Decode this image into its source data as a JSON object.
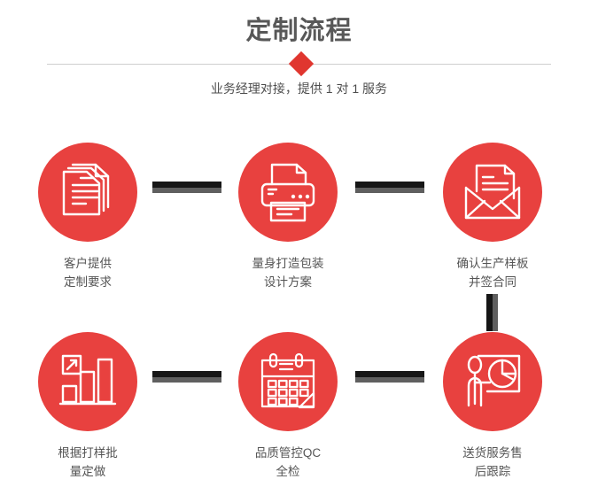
{
  "header": {
    "title": "定制流程",
    "subtitle": "业务经理对接，提供 1 对 1 服务",
    "divider_icon": "diamond-icon",
    "accent_color": "#e0362f"
  },
  "theme": {
    "circle_red": "#e8413f",
    "connector_dark": "#161616",
    "connector_gray": "#5f5f5f",
    "title_color": "#585858",
    "label_color": "#555555",
    "rule_color": "#cfcfcf"
  },
  "steps": [
    {
      "index": "1",
      "icon": "documents-stack-icon",
      "label": "客户提供\n定制要求"
    },
    {
      "index": "2",
      "icon": "printer-icon",
      "label": "量身打造包装\n设计方案"
    },
    {
      "index": "3",
      "icon": "envelope-document-icon",
      "label": "确认生产样板\n并签合同"
    },
    {
      "index": "4",
      "icon": "bar-chart-growth-icon",
      "label": "根据打样批\n量定做"
    },
    {
      "index": "5",
      "icon": "calendar-check-icon",
      "label": "品质管控QC\n全检"
    },
    {
      "index": "6",
      "icon": "presenter-pie-chart-icon",
      "label": "送货服务售\n后跟踪"
    }
  ],
  "connectors": [
    {
      "name": "connector-step1-step2",
      "orientation": "horizontal"
    },
    {
      "name": "connector-step2-step3",
      "orientation": "horizontal"
    },
    {
      "name": "connector-step4-step5",
      "orientation": "horizontal"
    },
    {
      "name": "connector-step5-step6",
      "orientation": "horizontal"
    },
    {
      "name": "connector-step3-step6",
      "orientation": "vertical"
    }
  ]
}
